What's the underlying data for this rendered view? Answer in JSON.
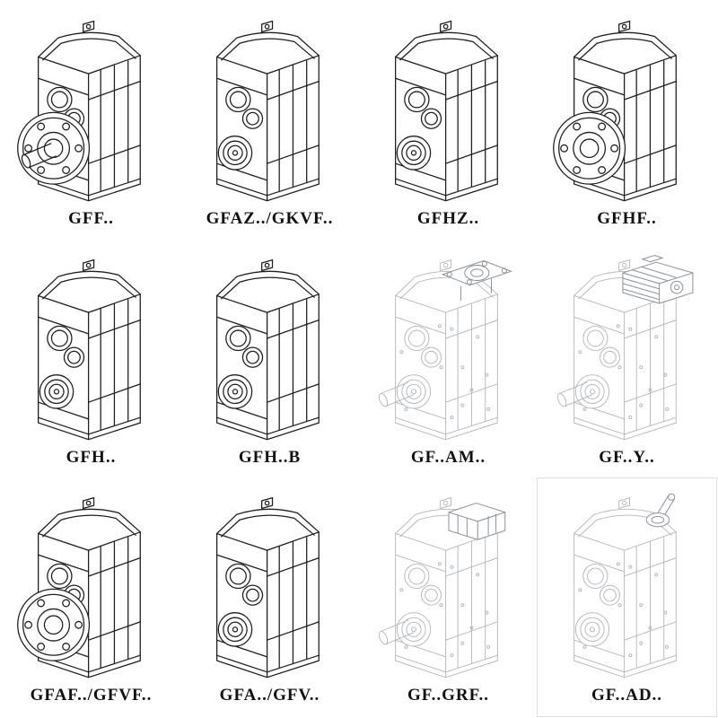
{
  "colors": {
    "line": "#1f1f1f",
    "ghost": "#b3b7bc",
    "label": "#111111",
    "background": "#ffffff"
  },
  "catalog": {
    "cells": [
      {
        "label": "GFF..",
        "variant": "flange-output-solid-shaft",
        "style": "solid"
      },
      {
        "label": "GFAZ../GKVF..",
        "variant": "hollow-shaft",
        "style": "solid"
      },
      {
        "label": "GFHZ..",
        "variant": "hollow-shaft-shrink-disc",
        "style": "solid"
      },
      {
        "label": "GFHF..",
        "variant": "flange-hollow-shaft",
        "style": "solid"
      },
      {
        "label": "GFH..",
        "variant": "hollow-shaft",
        "style": "solid"
      },
      {
        "label": "GFH..B",
        "variant": "hollow-shaft-backstop",
        "style": "solid"
      },
      {
        "label": "GF..AM..",
        "variant": "iec-motor-adapter-flange",
        "style": "ghost"
      },
      {
        "label": "GF..Y..",
        "variant": "motor-mounted",
        "style": "ghost"
      },
      {
        "label": "GFAF../GFVF..",
        "variant": "flange-hollow-shaft",
        "style": "solid"
      },
      {
        "label": "GFA../GFV..",
        "variant": "hollow-shaft",
        "style": "solid"
      },
      {
        "label": "GF..GRF..",
        "variant": "gear-motor-block",
        "style": "ghost"
      },
      {
        "label": "GF..AD..",
        "variant": "input-shaft-adapter",
        "style": "ghost"
      }
    ]
  }
}
